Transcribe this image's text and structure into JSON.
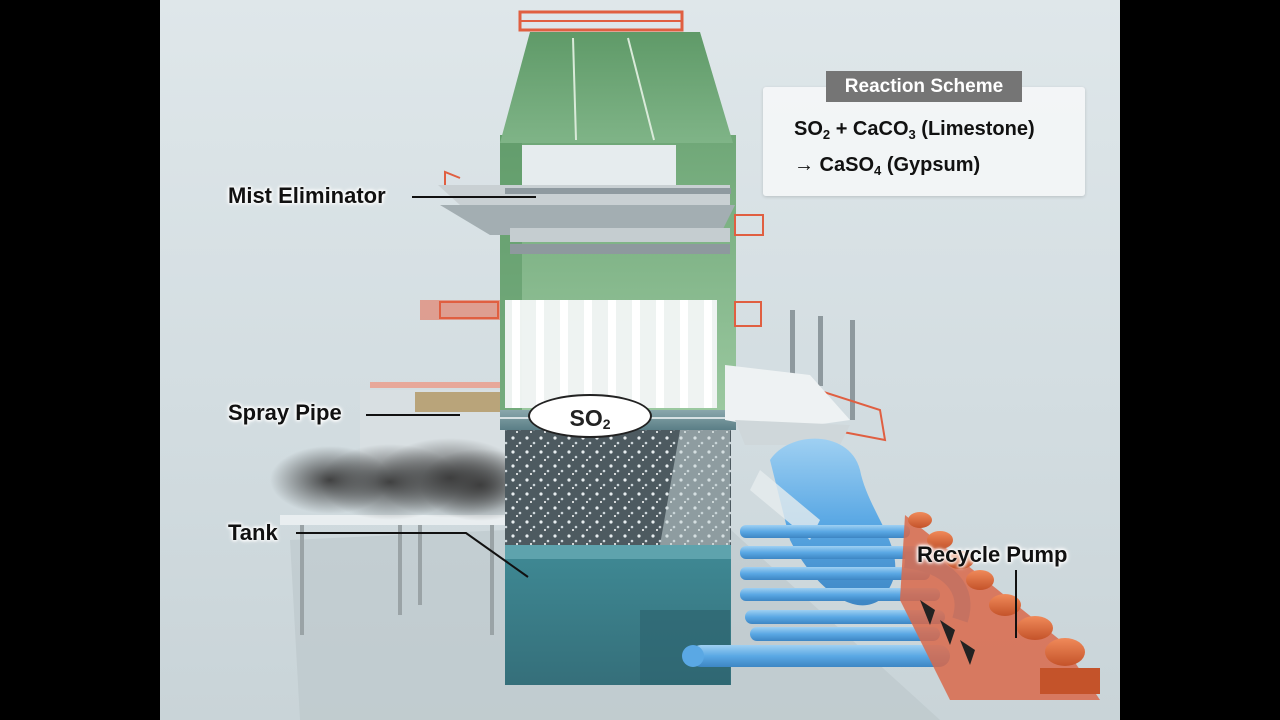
{
  "labels": {
    "mist_eliminator": "Mist Eliminator",
    "spray_pipe": "Spray Pipe",
    "tank": "Tank",
    "recycle_pump": "Recycle Pump"
  },
  "so2_badge": {
    "main": "SO",
    "sub": "2"
  },
  "reaction": {
    "title": "Reaction Scheme",
    "line1": {
      "a": "SO",
      "a_sub": "2",
      "b": " + CaCO",
      "b_sub": "3",
      "c": " (Limestone)"
    },
    "line2": {
      "arrow": "→",
      "a": " CaSO",
      "a_sub": "4",
      "b": " (Gypsum)"
    }
  }
}
